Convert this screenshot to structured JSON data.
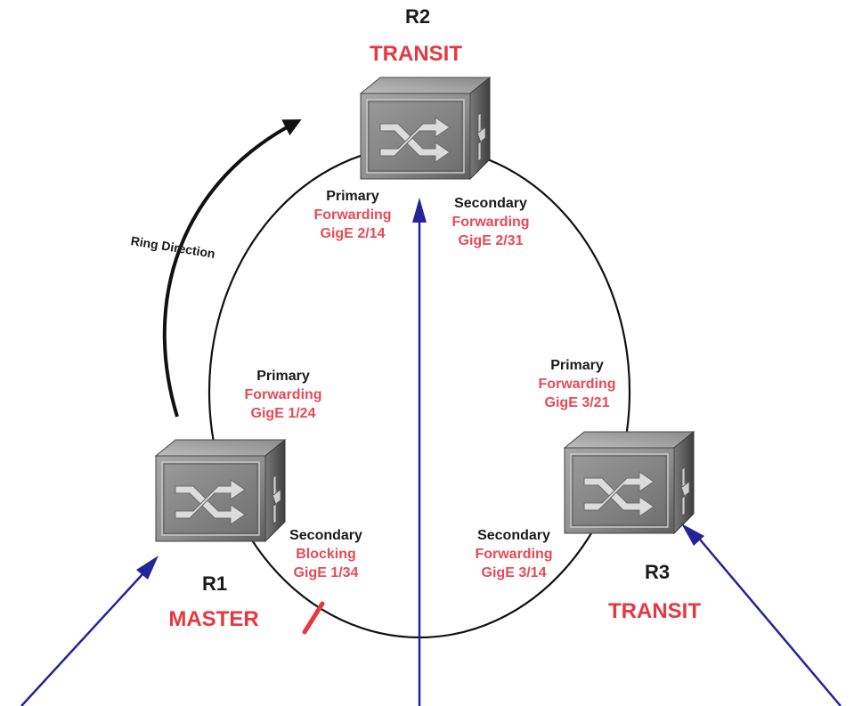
{
  "routers": {
    "r1": {
      "name": "R1",
      "role": "MASTER",
      "primary": {
        "title": "Primary",
        "state": "Forwarding",
        "interface": "GigE 1/24"
      },
      "secondary": {
        "title": "Secondary",
        "state": "Blocking",
        "interface": "GigE 1/34"
      }
    },
    "r2": {
      "name": "R2",
      "role": "TRANSIT",
      "primary": {
        "title": "Primary",
        "state": "Forwarding",
        "interface": "GigE 2/14"
      },
      "secondary": {
        "title": "Secondary",
        "state": "Forwarding",
        "interface": "GigE 2/31"
      }
    },
    "r3": {
      "name": "R3",
      "role": "TRANSIT",
      "primary": {
        "title": "Primary",
        "state": "Forwarding",
        "interface": "GigE 3/21"
      },
      "secondary": {
        "title": "Secondary",
        "state": "Forwarding",
        "interface": "GigE 3/14"
      }
    }
  },
  "ring_direction_label": "Ring Direction",
  "colors": {
    "role_text": "#e8373f",
    "port_state_text": "#e84a55",
    "ring_line": "#111111",
    "traffic_arrow": "#23239a",
    "blocking_mark": "#e8373f"
  },
  "icons": {
    "switch": "layer2-switch-cube-icon"
  }
}
